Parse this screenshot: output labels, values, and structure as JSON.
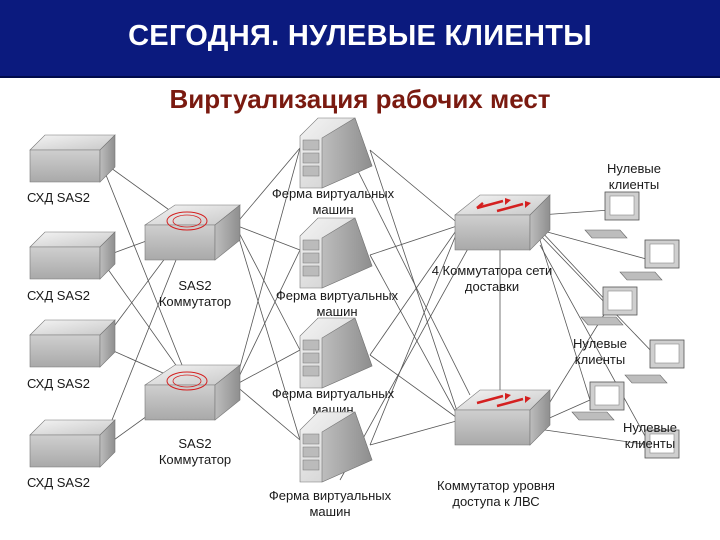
{
  "header": {
    "title": "СЕГОДНЯ. НУЛЕВЫЕ КЛИЕНТЫ",
    "background": "#0b1a7e"
  },
  "subtitle": {
    "text": "Виртуализация рабочих мест",
    "color": "#7a1a10"
  },
  "diagram": {
    "storage": [
      {
        "label": "СХД SAS2"
      },
      {
        "label": "СХД SAS2"
      },
      {
        "label": "СХД SAS2"
      },
      {
        "label": "СХД SAS2"
      }
    ],
    "sas_switches": [
      {
        "line1": "SAS2",
        "line2": "Коммутатор"
      },
      {
        "line1": "SAS2",
        "line2": "Коммутатор"
      }
    ],
    "vm_farms": [
      {
        "line1": "Ферма виртуальных",
        "line2": "машин"
      },
      {
        "line1": "Ферма виртуальных",
        "line2": "машин"
      },
      {
        "line1": "Ферма виртуальных",
        "line2": "машин"
      },
      {
        "line1": "Ферма виртуальных",
        "line2": "машин"
      }
    ],
    "network_switches": [
      {
        "line1": "4 Коммутатора сети",
        "line2": "доставки"
      },
      {
        "line1": "Коммутатор уровня",
        "line2": "доступа к ЛВС"
      }
    ],
    "zero_client_groups": [
      {
        "line1": "Нулевые",
        "line2": "клиенты"
      },
      {
        "line1": "Нулевые",
        "line2": "клиенты"
      },
      {
        "line1": "Нулевые",
        "line2": "клиенты"
      }
    ],
    "colors": {
      "switch_arrow": "#d42020",
      "link_line": "#555555",
      "device_body": "#d6d6d6"
    }
  }
}
